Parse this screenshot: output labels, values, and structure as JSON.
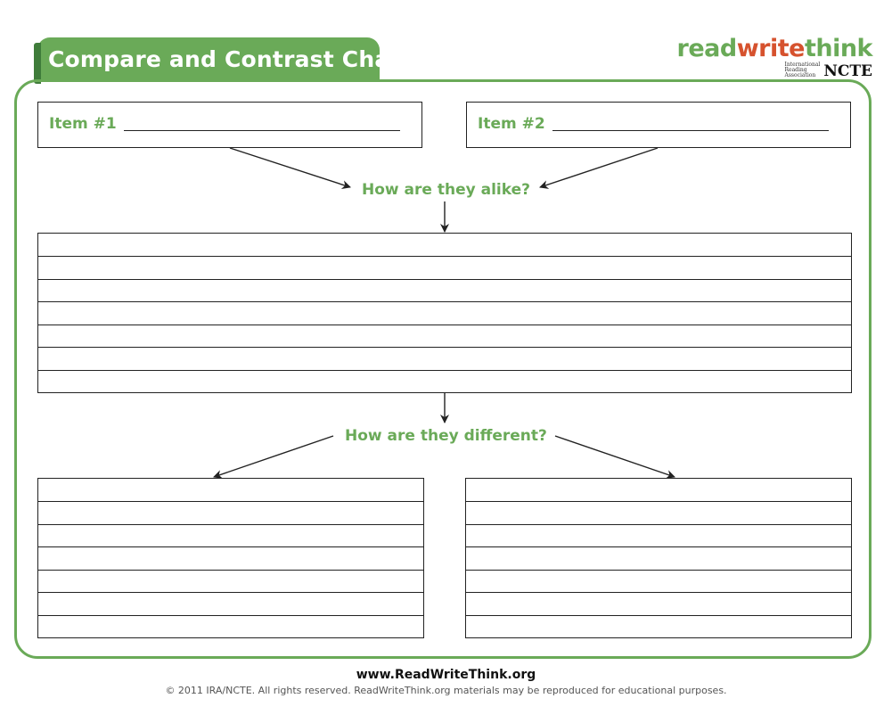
{
  "header": {
    "title": "Compare and Contrast Chart"
  },
  "logo": {
    "read": "read",
    "write": "write",
    "think": "think",
    "ira_line1": "International",
    "ira_line2": "Reading",
    "ira_line3": "Association",
    "ncte": "NCTE"
  },
  "items": [
    {
      "label": "Item #1"
    },
    {
      "label": "Item #2"
    }
  ],
  "questions": {
    "alike": "How are they alike?",
    "different": "How are they different?"
  },
  "footer": {
    "url": "www.ReadWriteThink.org",
    "copyright": "© 2011 IRA/NCTE. All rights reserved. ReadWriteThink.org materials may be reproduced for educational purposes."
  },
  "colors": {
    "accent": "#6aaa58",
    "accent_dark": "#3f7c3a",
    "write": "#d6522e",
    "ink": "#222222"
  }
}
